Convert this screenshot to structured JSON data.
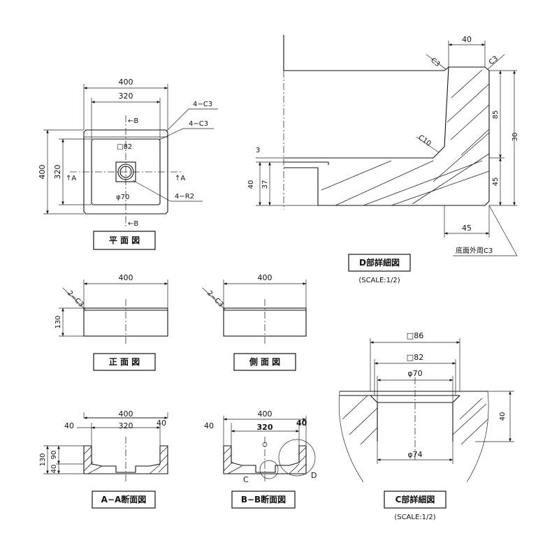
{
  "plan": {
    "title": "平 面 図",
    "dim_outer": "400",
    "dim_inner": "320",
    "dim_height": "400",
    "dim_height_inner": "320",
    "chamfer_outer": "4−C3",
    "chamfer_inner": "4−C3",
    "radius": "4−R2",
    "drain_square": "□82",
    "drain_dia": "φ70",
    "section_b_top": "←B",
    "section_b_bottom": "←B",
    "section_a_left": "↑A",
    "section_a_right": "↑A"
  },
  "front": {
    "title": "正 面 図",
    "width": "400",
    "height": "130",
    "chamfer": "2−C3"
  },
  "side": {
    "title": "側 面 図",
    "width": "400",
    "chamfer": "2−C3"
  },
  "section_aa": {
    "title": "A−A断面図",
    "width": "400",
    "inner": "320",
    "wall_left": "40",
    "wall_right": "40",
    "height": "130",
    "depth_upper": "90",
    "depth_lower": "40"
  },
  "section_bb": {
    "title": "B−B断面図",
    "width": "400",
    "inner": "320",
    "wall_left": "40",
    "wall_right": "40",
    "callout_c": "C",
    "callout_d": "D"
  },
  "detail_d": {
    "title": "D部詳細図",
    "scale": "(SCALE:1/2)",
    "top_width": "40",
    "chamfer_left": "C3",
    "chamfer_right": "C3",
    "fillet": "C10",
    "dim_85": "85",
    "dim_45": "45",
    "dim_130": "30",
    "dim_3": "3",
    "dim_40": "40",
    "dim_37": "37",
    "bottom_45": "45",
    "bottom_note": "底面外周C3"
  },
  "detail_c": {
    "title": "C部詳細図",
    "scale": "(SCALE:1/2)",
    "sq86": "□86",
    "sq82": "□82",
    "dia70": "φ70",
    "dia74": "φ74",
    "height": "40"
  }
}
